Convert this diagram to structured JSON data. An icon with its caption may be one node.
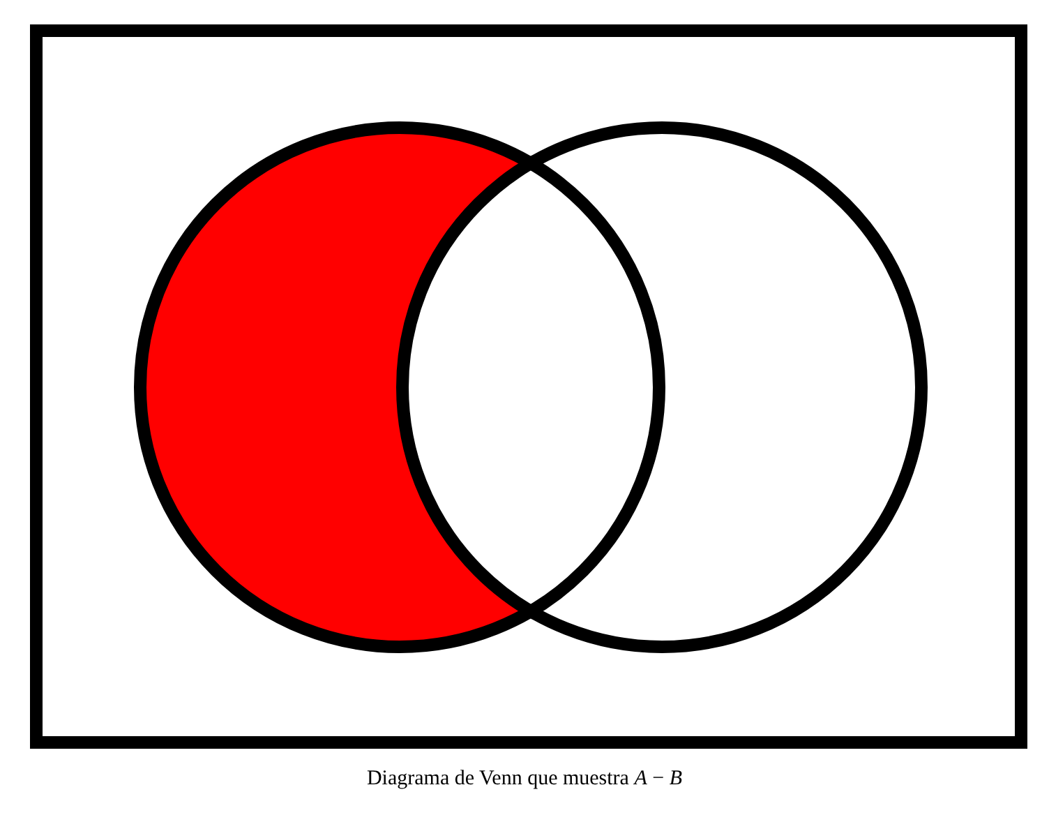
{
  "diagram": {
    "caption": "Diagrama de Venn que muestra *A* − *B*",
    "nodes": [
      {
        "text": [],
        "shape": "circle"
      },
      {
        "text": [],
        "shape": "circle"
      },
      {
        "text": [],
        "shape": "crescent"
      }
    ],
    "edges": []
  }
}
